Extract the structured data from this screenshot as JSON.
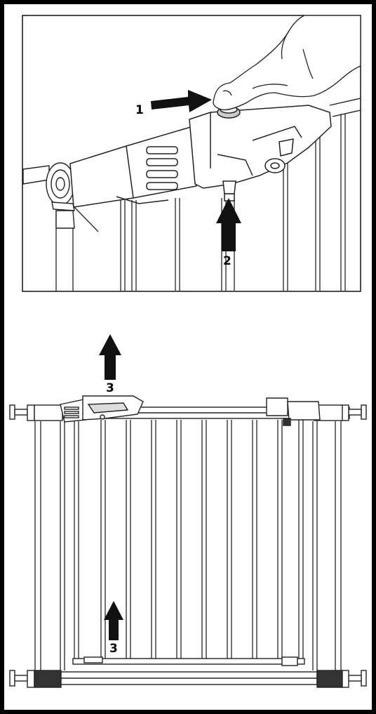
{
  "steps": {
    "push_button": "1",
    "lift_handle": "2",
    "lift_gate_top": "3",
    "lift_gate_bottom": "3"
  },
  "colors": {
    "line": "#1a1a1a",
    "arrow": "#111111",
    "frame_border": "#000000",
    "background": "#ffffff"
  },
  "icons": {
    "hand": "hand-pressing-icon",
    "arrow_right": "arrow-right-icon",
    "arrow_up": "arrow-up-icon"
  }
}
